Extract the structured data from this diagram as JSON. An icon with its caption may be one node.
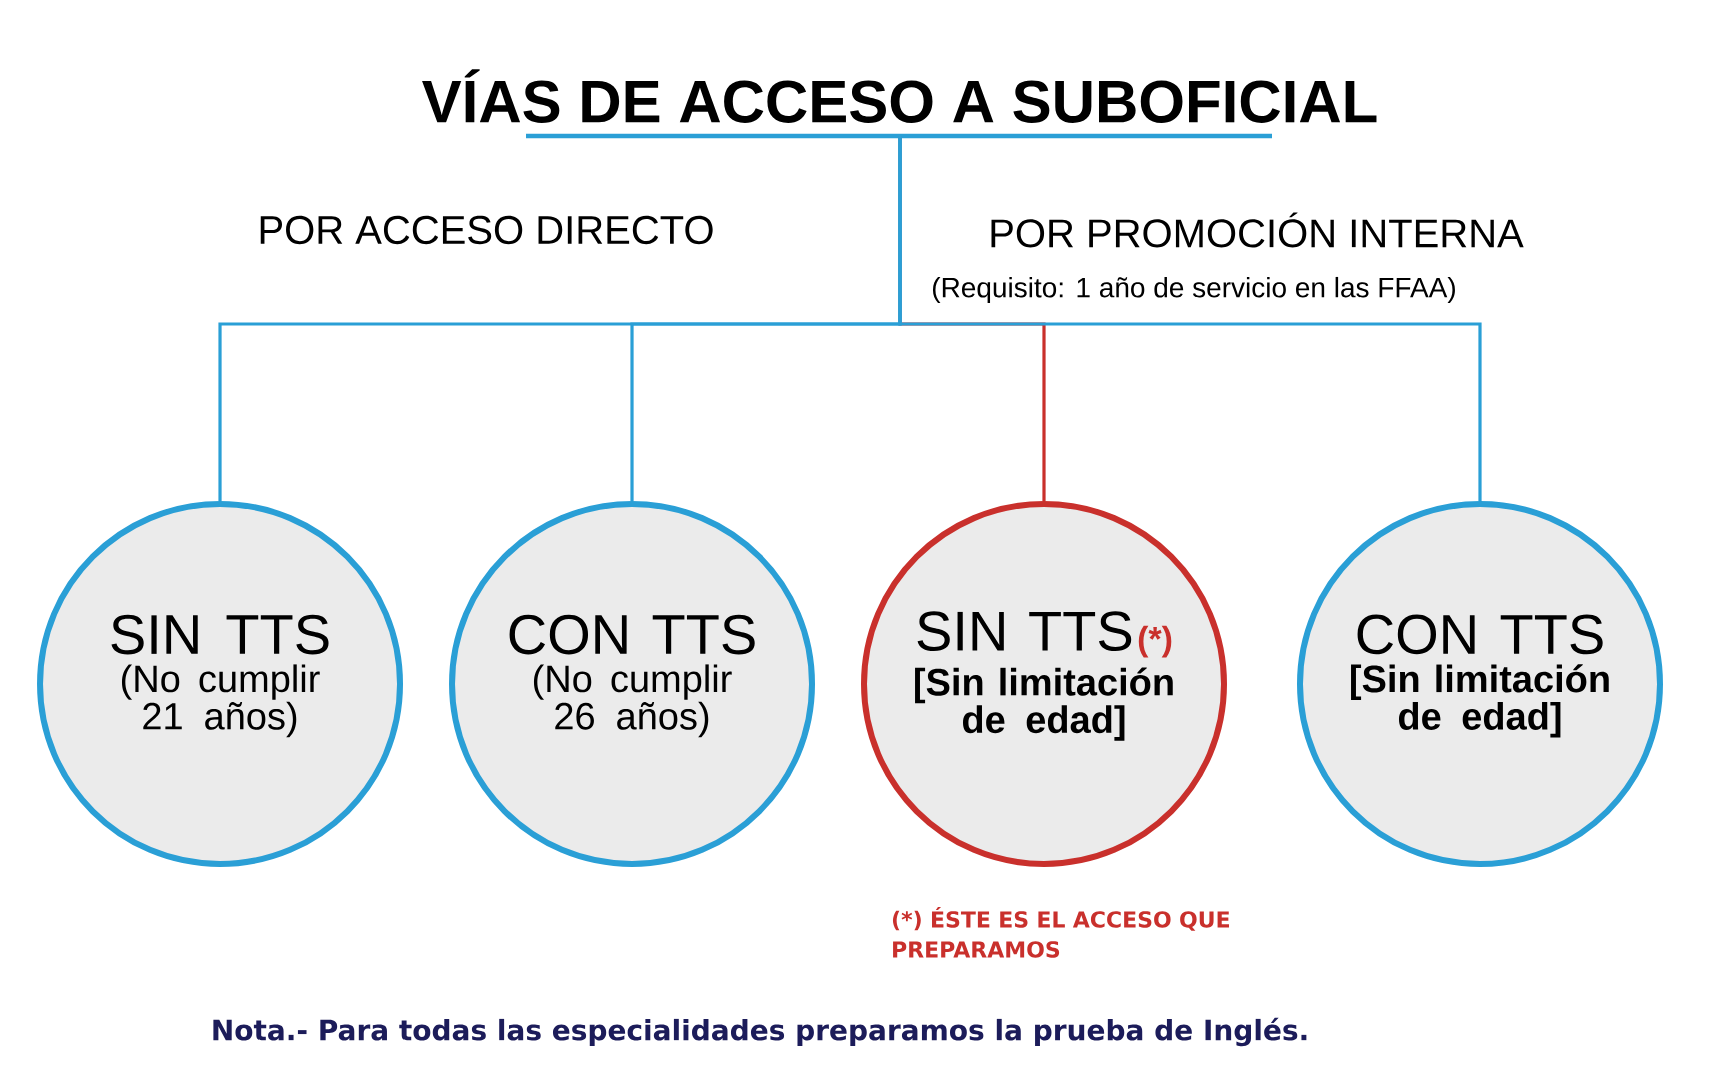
{
  "diagram": {
    "nodes": [
      {
        "text": [
          "VÍAS DE ACCESO A SUBOFICIAL"
        ]
      },
      {
        "text": [
          "SIN TTS",
          "(No cumplir 21 años)"
        ]
      },
      {
        "text": [
          "CON TTS",
          "(No cumplir 26 años)"
        ]
      },
      {
        "text": [
          "SIN TTS",
          "(*)",
          "[Sin limitación de edad]"
        ],
        "beside": [
          "(*) ÉSTE ES EL ACCESO QUE PREPARAMOS"
        ]
      },
      {
        "text": [
          "CON TTS",
          "[Sin limitación de edad]"
        ]
      }
    ],
    "edges": [
      {
        "from": 0,
        "to": 1,
        "arrow": "none"
      },
      {
        "from": 0,
        "to": 2,
        "arrow": "none"
      },
      {
        "from": 0,
        "to": 3,
        "arrow": "none",
        "color": "#c9302c"
      },
      {
        "from": 0,
        "to": 4,
        "arrow": "none"
      }
    ],
    "labels": [
      "POR ACCESO DIRECTO",
      "POR PROMOCIÓN INTERNA",
      "(Requisito: 1 año de servicio en las FFAA)",
      "Nota.- Para todas las especialidades preparamos la prueba de Inglés."
    ]
  }
}
